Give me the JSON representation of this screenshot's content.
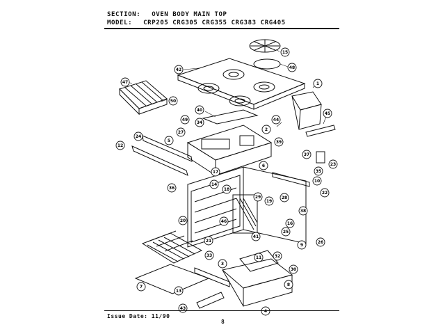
{
  "header": {
    "section_label": "SECTION:",
    "section_value": "OVEN BODY  MAIN TOP",
    "model_label": "MODEL:",
    "model_values": "CRP205  CRG305  CRG355  CRG383  CRG405"
  },
  "footer": {
    "issue_date": "Issue Date: 11/90",
    "page_number": "8"
  },
  "callouts": [
    "15",
    "48",
    "42",
    "1",
    "47",
    "50",
    "40",
    "44",
    "45",
    "34",
    "49",
    "27",
    "2",
    "24",
    "5",
    "39",
    "12",
    "37",
    "23",
    "6",
    "17",
    "35",
    "36",
    "14",
    "18",
    "10",
    "22",
    "21",
    "13",
    "29",
    "19",
    "28",
    "20",
    "38",
    "46",
    "26",
    "16",
    "41",
    "25",
    "9",
    "33",
    "11",
    "32",
    "3",
    "30",
    "7",
    "8",
    "4",
    "43"
  ]
}
